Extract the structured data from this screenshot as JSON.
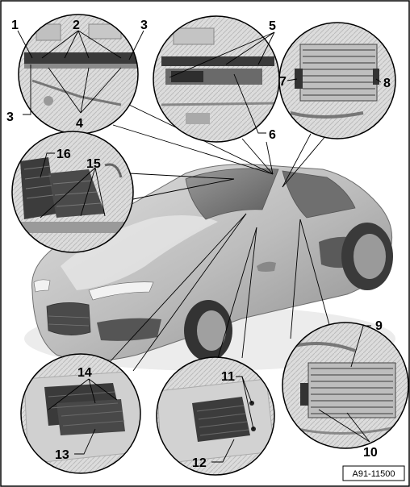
{
  "callouts": {
    "c1": "1",
    "c2": "2",
    "c3a": "3",
    "c3b": "3",
    "c4": "4",
    "c5": "5",
    "c6": "6",
    "c7": "7",
    "c8": "8",
    "c9": "9",
    "c10": "10",
    "c11": "11",
    "c12": "12",
    "c13": "13",
    "c14": "14",
    "c15": "15",
    "c16": "16"
  },
  "figure_id": "A91-11500",
  "colors": {
    "border": "#000000",
    "car_body": "#c4c4c4",
    "car_shadow": "#8e8e8e",
    "car_glass": "#7a7a7a",
    "detail_bg": "#d9d9d9",
    "module_dark": "#3c3c3c"
  }
}
